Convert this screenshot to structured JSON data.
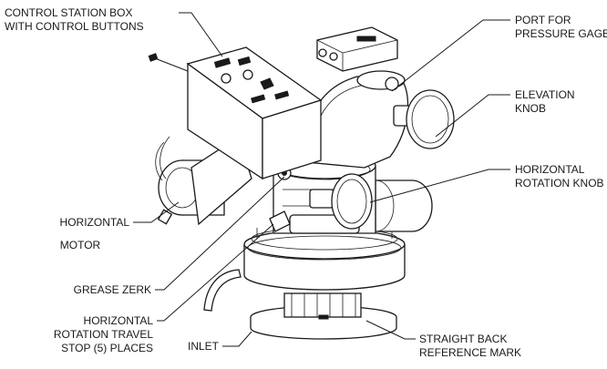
{
  "labels": {
    "control_station": [
      "CONTROL STATION BOX",
      "WITH CONTROL BUTTONS"
    ],
    "port_pressure_gage": [
      "PORT FOR",
      "PRESSURE GAGE"
    ],
    "elevation_knob": [
      "ELEVATION",
      "KNOB"
    ],
    "horizontal_rotation_knob": [
      "HORIZONTAL",
      "ROTATION KNOB"
    ],
    "horizontal_motor": [
      "HORIZONTAL",
      "MOTOR"
    ],
    "grease_zerk": [
      "GREASE ZERK"
    ],
    "travel_stop": [
      "HORIZONTAL",
      "ROTATION TRAVEL",
      "STOP (5) PLACES"
    ],
    "inlet": [
      "INLET"
    ],
    "straight_back": [
      "STRAIGHT BACK",
      "REFERENCE MARK"
    ]
  }
}
